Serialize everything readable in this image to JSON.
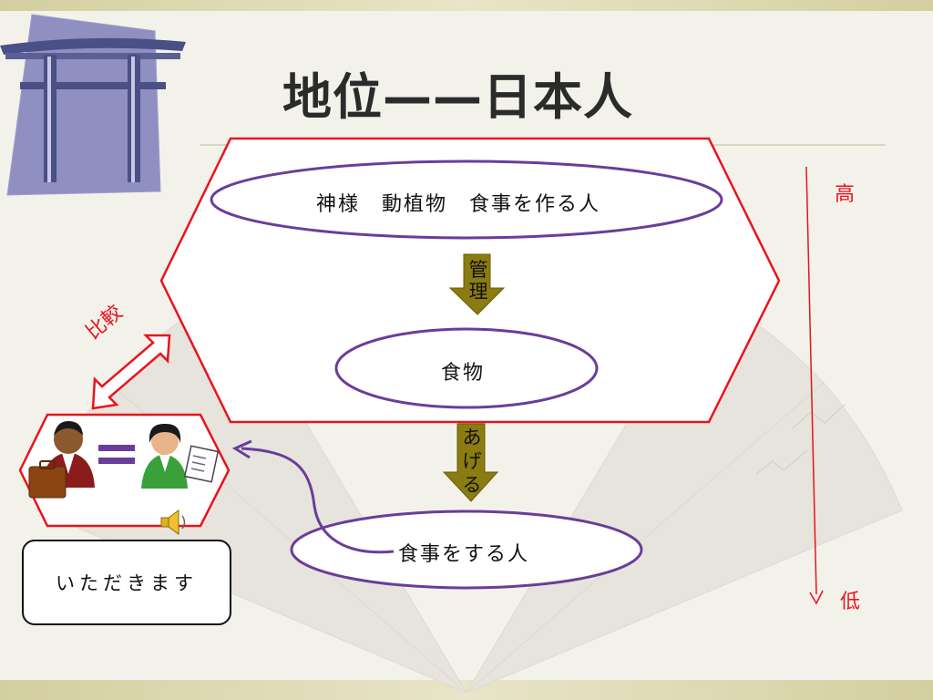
{
  "title": "地位——日本人",
  "nodes": {
    "gods": "神様　動植物　食事を作る人",
    "food": "食物",
    "eater": "食事をする人"
  },
  "arrows": {
    "manage": [
      "管",
      "理"
    ],
    "give": [
      "あ",
      "げ",
      "る"
    ]
  },
  "scale": {
    "high": "高",
    "low": "低"
  },
  "compare": "比較",
  "speech": "いただきます",
  "colors": {
    "hexagon_border": "#e8141e",
    "ellipse_border": "#6a3d9a",
    "down_arrow": "#8a7c10",
    "scale_line": "#e8141e",
    "equals_sign": "#6a3d9a"
  }
}
